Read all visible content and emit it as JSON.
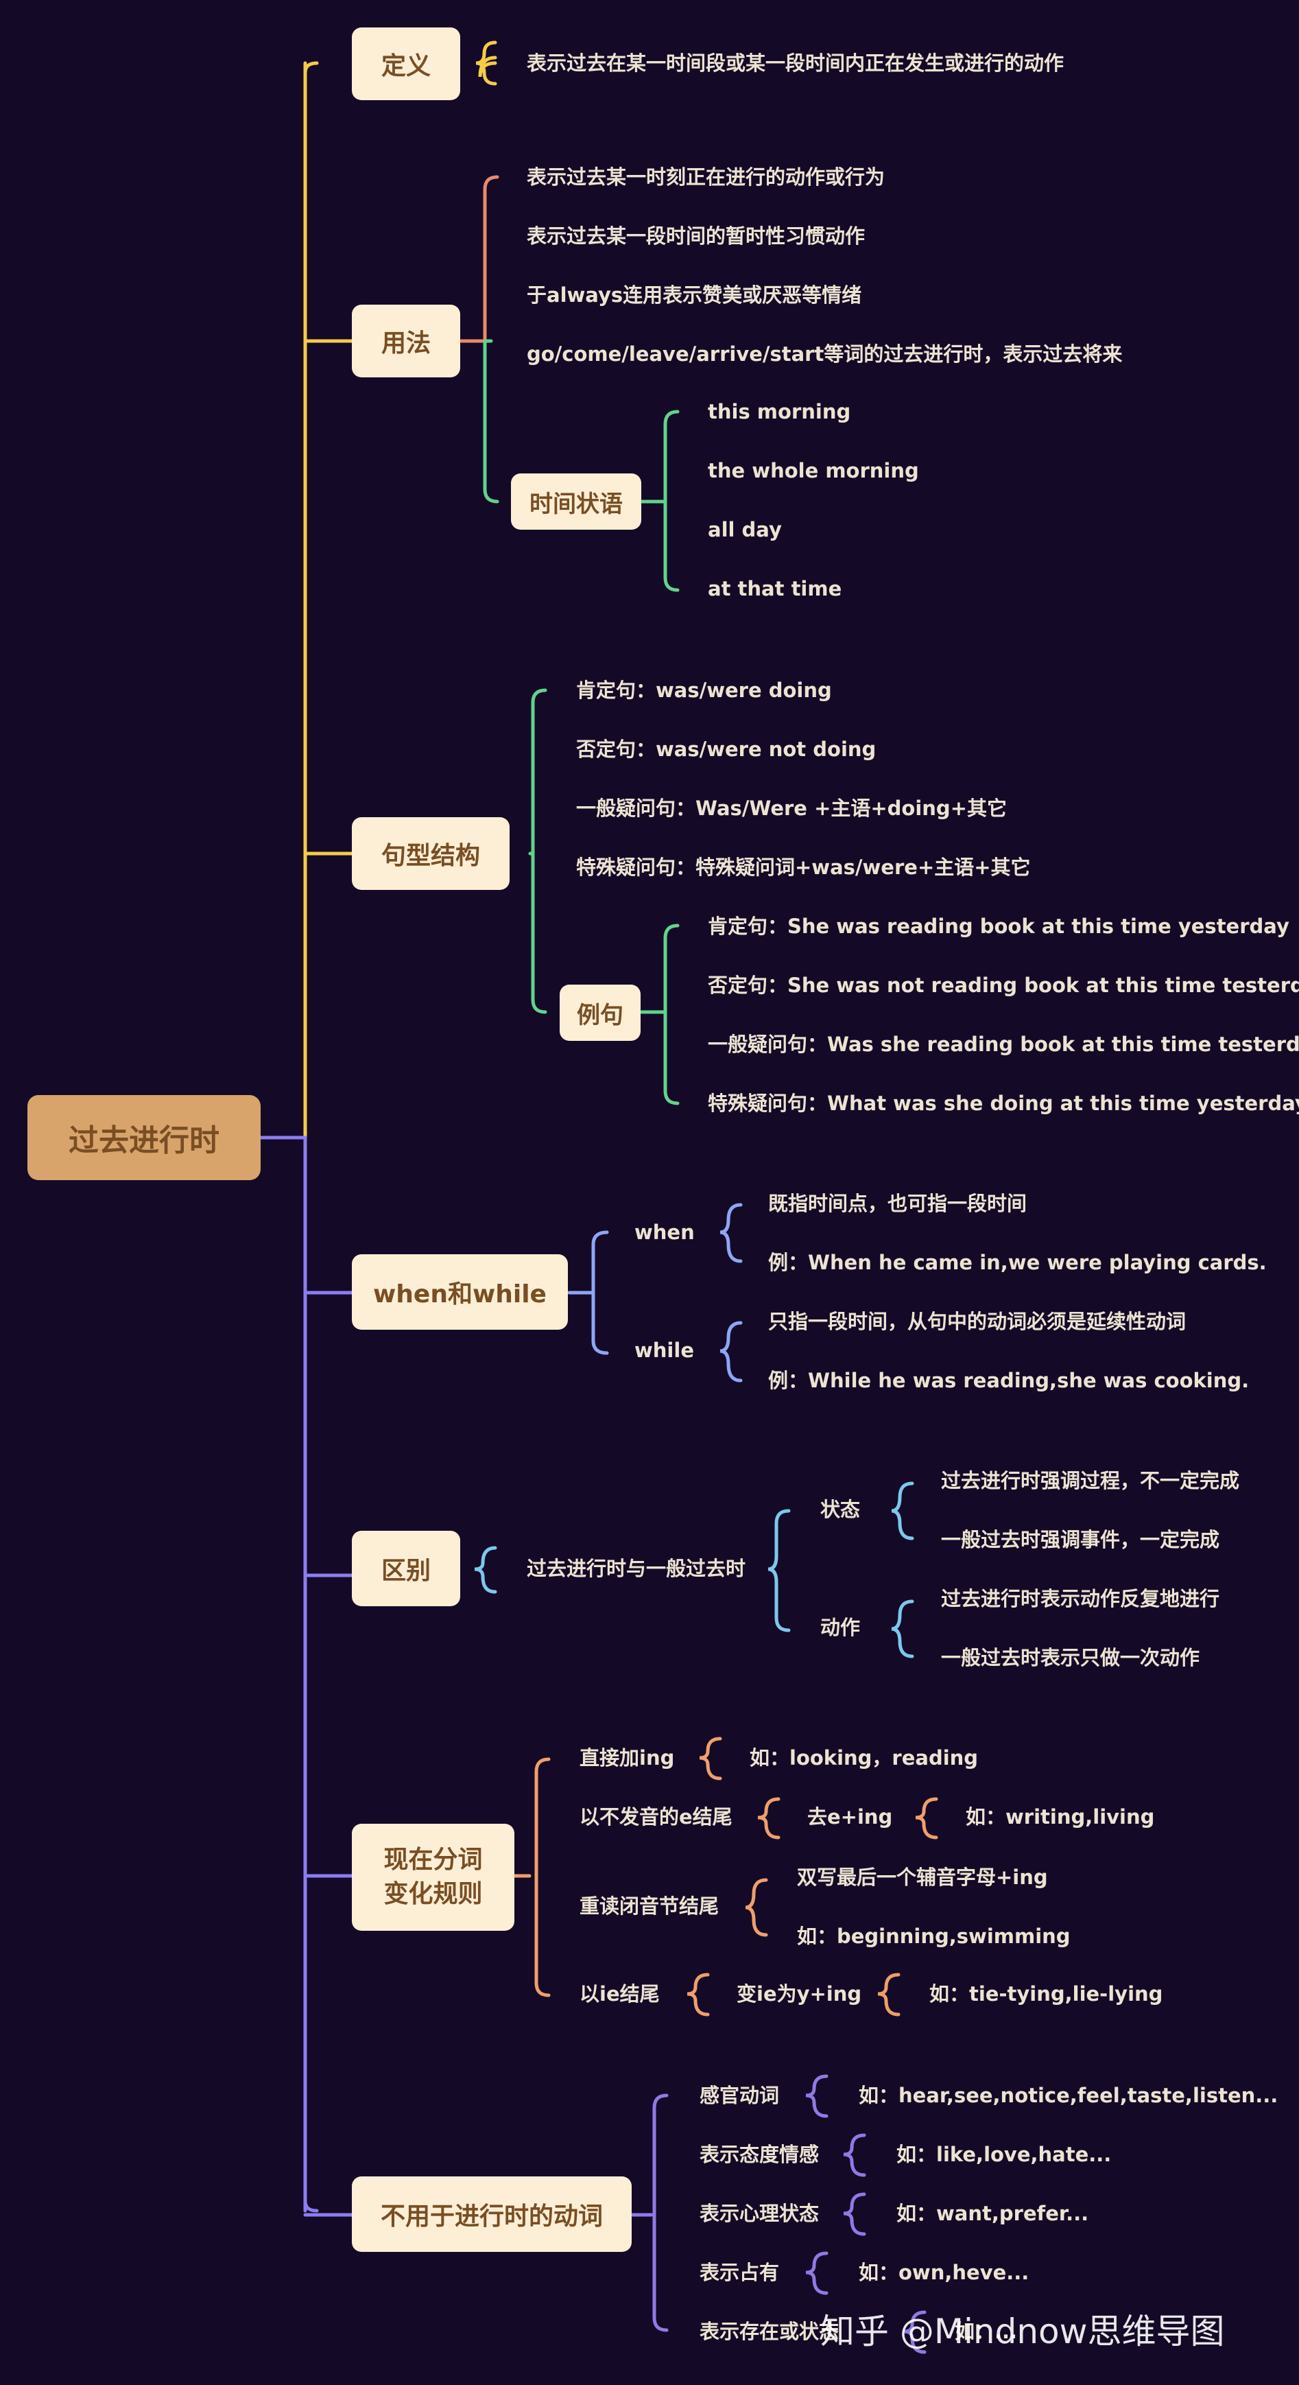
{
  "root": "过去进行时",
  "definition": {
    "label": "定义",
    "text": "表示过去在某一时间段或某一段时间内正在发生或进行的动作"
  },
  "usage": {
    "label": "用法",
    "items": [
      "表示过去某一时刻正在进行的动作或行为",
      "表示过去某一段时间的暂时性习惯动作",
      "于always连用表示赞美或厌恶等情绪",
      "go/come/leave/arrive/start等词的过去进行时，表示过去将来"
    ],
    "time_adverbial": {
      "label": "时间状语",
      "items": [
        "this morning",
        "the whole morning",
        "all day",
        "at that time"
      ]
    }
  },
  "structure": {
    "label": "句型结构",
    "items": [
      "肯定句：was/were doing",
      "否定句：was/were not doing",
      "一般疑问句：Was/Were +主语+doing+其它",
      "特殊疑问句：特殊疑问词+was/were+主语+其它"
    ],
    "examples": {
      "label": "例句",
      "items": [
        "肯定句：She was reading book at this time yesterday",
        "否定句：She was not reading book at this time testerday.",
        "一般疑问句：Was she reading book at this time testerday?",
        "特殊疑问句：What was she doing at this time yesterday?"
      ]
    }
  },
  "when_while": {
    "label": "when和while",
    "when": {
      "label": "when",
      "items": [
        "既指时间点，也可指一段时间",
        "例：When he came in,we were playing cards."
      ]
    },
    "while": {
      "label": "while",
      "items": [
        "只指一段时间，从句中的动词必须是延续性动词",
        "例：While he was reading,she was cooking."
      ]
    }
  },
  "difference": {
    "label": "区别",
    "text": "过去进行时与一般过去时",
    "state": {
      "label": "状态",
      "items": [
        "过去进行时强调过程，不一定完成",
        "一般过去时强调事件，一定完成"
      ]
    },
    "action": {
      "label": "动作",
      "items": [
        "过去进行时表示动作反复地进行",
        "一般过去时表示只做一次动作"
      ]
    }
  },
  "participle": {
    "label_line1": "现在分词",
    "label_line2": "变化规则",
    "rules": {
      "r1": {
        "label": "直接加ing",
        "example": "如：looking，reading"
      },
      "r2": {
        "label": "以不发音的e结尾",
        "change": "去e+ing",
        "example": "如：writing,living"
      },
      "r3": {
        "label": "重读闭音节结尾",
        "change": "双写最后一个辅音字母+ing",
        "example": "如：beginning,swimming"
      },
      "r4": {
        "label": "以ie结尾",
        "change": "变ie为y+ing",
        "example": "如：tie-tying,lie-lying"
      }
    }
  },
  "not_progressive": {
    "label": "不用于进行时的动词",
    "items": [
      {
        "label": "感官动词",
        "example": "如：hear,see,notice,feel,taste,listen..."
      },
      {
        "label": "表示态度情感",
        "example": "如：like,love,hate..."
      },
      {
        "label": "表示心理状态",
        "example": "如：want,prefer..."
      },
      {
        "label": "表示占有",
        "example": "如：own,heve..."
      },
      {
        "label": "表示存在或状态",
        "example": "如：..."
      }
    ]
  },
  "watermark": "知乎 @Mindnow思维导图",
  "colors": {
    "background": "#140a27",
    "node_fill": "#fcefd6",
    "root_fill": "#d8a46c",
    "node_text": "#7a4e23",
    "leaf_text": "#ece3d2",
    "yellow": "#f5cc4a",
    "purple": "#8c7ef0",
    "orange_red": "#e98a6b",
    "green": "#62d38c",
    "blue": "#8fa6f4",
    "cyan": "#7cc8ec",
    "orange": "#ef9f6c",
    "violet": "#8f7ae6"
  }
}
